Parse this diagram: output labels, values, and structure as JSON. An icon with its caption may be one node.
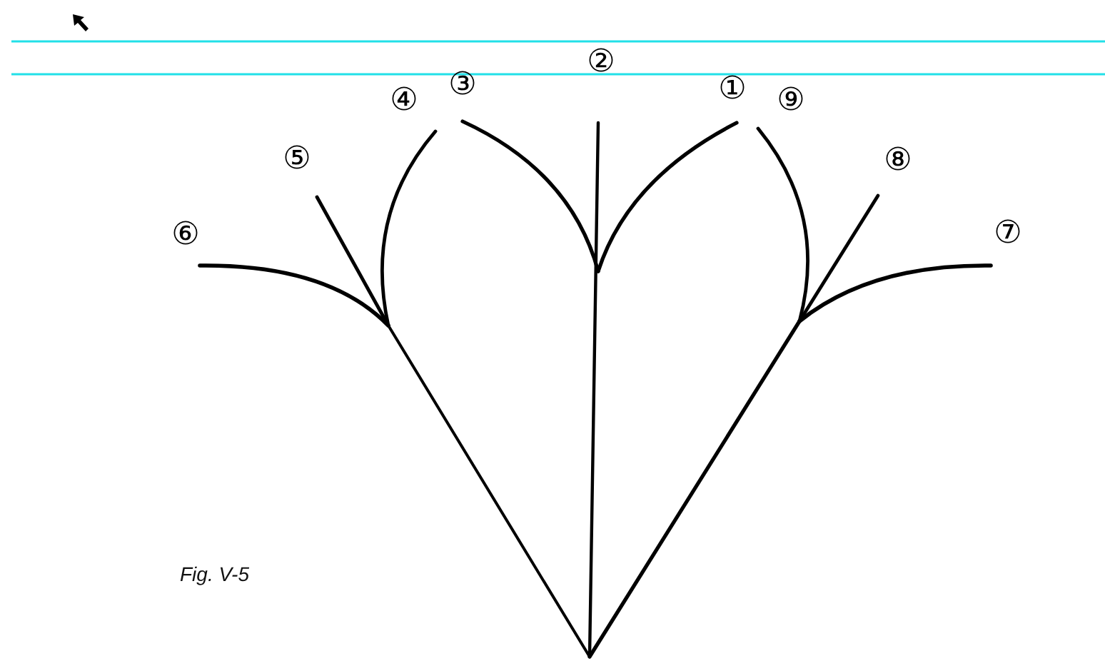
{
  "diagram": {
    "caption": "Fig. V-5",
    "labels": [
      "②",
      "③",
      "①",
      "④",
      "⑨",
      "⑤",
      "⑧",
      "⑥",
      "⑦"
    ]
  }
}
